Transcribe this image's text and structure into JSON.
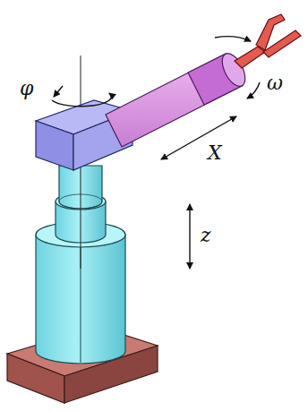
{
  "diagram": {
    "labels": [
      "φ",
      "ω",
      "X",
      "z"
    ]
  }
}
